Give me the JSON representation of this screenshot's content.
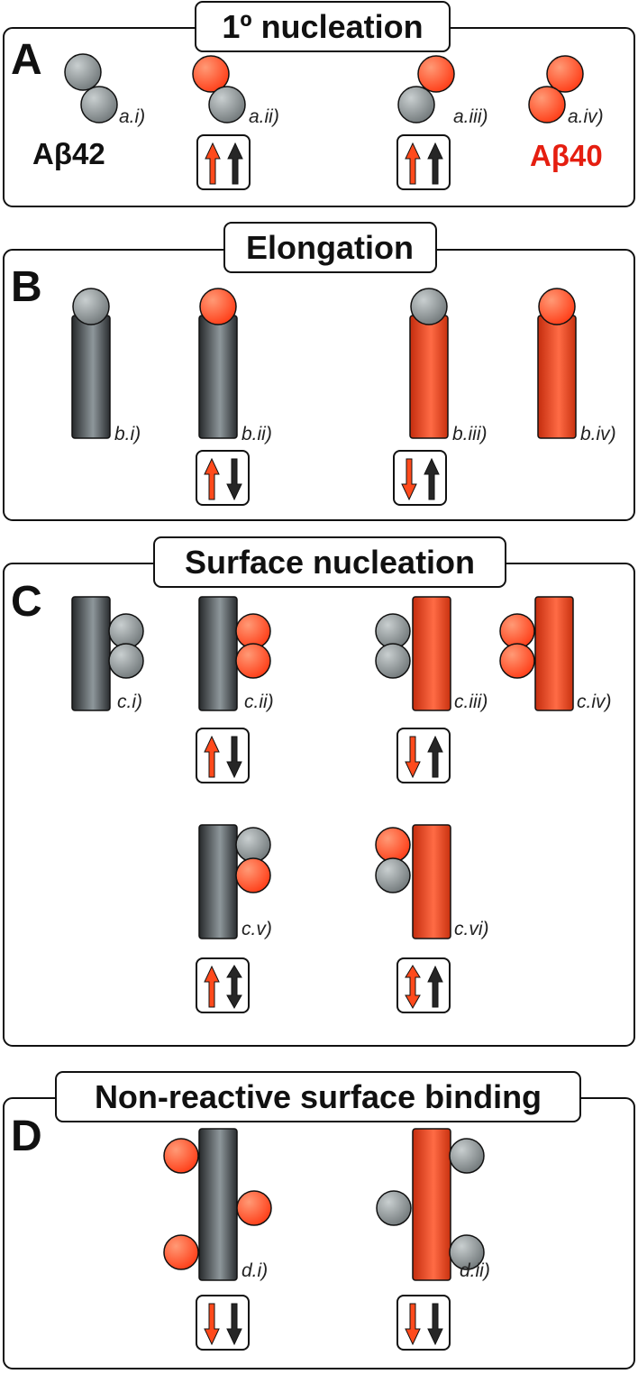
{
  "colors": {
    "grey_base": "#7c8385",
    "grey_light": "#c9cfd0",
    "grey_rod": "#2d3033",
    "grey_rod_light": "#9aa2a6",
    "red_base": "#ff3b18",
    "red_light": "#ff9a76",
    "red_rod": "#d63512",
    "red_rod_light": "#ff6a45",
    "arrow_red": "#ff4a1c",
    "arrow_black": "#262626",
    "legend_red": "#e51e10",
    "outline": "#111111"
  },
  "panels": [
    {
      "letter": "A",
      "title": "1º nucleation",
      "legend": {
        "left": "Aβ42",
        "right": "Aβ40"
      },
      "items": [
        {
          "label": "a.i)",
          "kind": "dimer",
          "monomers": [
            "grey",
            "grey"
          ],
          "arrows": null
        },
        {
          "label": "a.ii)",
          "kind": "dimer",
          "monomers": [
            "red",
            "grey"
          ],
          "arrows": [
            "up",
            "up"
          ]
        },
        {
          "label": "a.iii)",
          "kind": "dimer",
          "monomers": [
            "grey",
            "red"
          ],
          "arrows": [
            "up",
            "up"
          ]
        },
        {
          "label": "a.iv)",
          "kind": "dimer",
          "monomers": [
            "red",
            "red"
          ],
          "arrows": null
        }
      ]
    },
    {
      "letter": "B",
      "title": "Elongation",
      "items": [
        {
          "label": "b.i)",
          "fibril": "grey",
          "monomer": "grey",
          "arrows": null
        },
        {
          "label": "b.ii)",
          "fibril": "grey",
          "monomer": "red",
          "arrows": [
            "up",
            "down"
          ]
        },
        {
          "label": "b.iii)",
          "fibril": "red",
          "monomer": "grey",
          "arrows": [
            "down",
            "up"
          ]
        },
        {
          "label": "b.iv)",
          "fibril": "red",
          "monomer": "red",
          "arrows": null
        }
      ]
    },
    {
      "letter": "C",
      "title": "Surface nucleation",
      "items": [
        {
          "label": "c.i)",
          "fibril": "grey",
          "monomers": [
            "grey",
            "grey"
          ],
          "arrows": null
        },
        {
          "label": "c.ii)",
          "fibril": "grey",
          "monomers": [
            "red",
            "red"
          ],
          "arrows": [
            "up",
            "down"
          ]
        },
        {
          "label": "c.iii)",
          "fibril": "red",
          "monomers": [
            "grey",
            "grey"
          ],
          "arrows": [
            "down",
            "up"
          ]
        },
        {
          "label": "c.iv)",
          "fibril": "red",
          "monomers": [
            "red",
            "red"
          ],
          "arrows": null
        },
        {
          "label": "c.v)",
          "fibril": "grey",
          "monomers": [
            "grey",
            "red"
          ],
          "arrows": [
            "up",
            "both"
          ]
        },
        {
          "label": "c.vi)",
          "fibril": "red",
          "monomers": [
            "red",
            "grey"
          ],
          "arrows": [
            "both",
            "up"
          ]
        }
      ]
    },
    {
      "letter": "D",
      "title": "Non-reactive surface binding",
      "items": [
        {
          "label": "d.i)",
          "fibril": "grey",
          "monomers": "red",
          "arrows": [
            "down",
            "down"
          ]
        },
        {
          "label": "d.ii)",
          "fibril": "red",
          "monomers": "grey",
          "arrows": [
            "down",
            "down"
          ]
        }
      ]
    }
  ]
}
